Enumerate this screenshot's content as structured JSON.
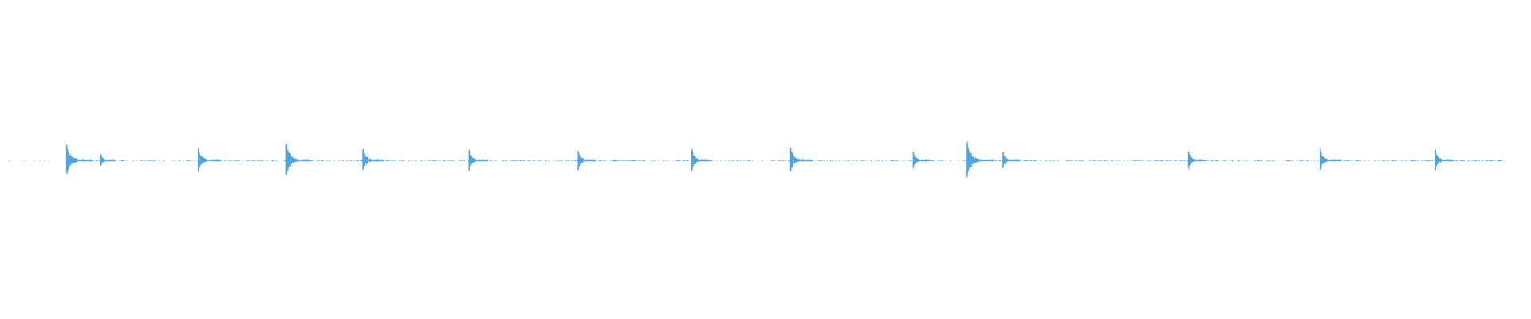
{
  "waveform": {
    "color": "#4aa3df",
    "background": "#ffffff",
    "onsets": [
      {
        "t": 0.038,
        "amp": 0.55
      },
      {
        "t": 0.061,
        "amp": 0.22
      },
      {
        "t": 0.126,
        "amp": 0.42
      },
      {
        "t": 0.185,
        "amp": 0.55
      },
      {
        "t": 0.236,
        "amp": 0.4
      },
      {
        "t": 0.307,
        "amp": 0.36
      },
      {
        "t": 0.38,
        "amp": 0.32
      },
      {
        "t": 0.456,
        "amp": 0.38
      },
      {
        "t": 0.522,
        "amp": 0.42
      },
      {
        "t": 0.604,
        "amp": 0.3
      },
      {
        "t": 0.64,
        "amp": 0.6
      },
      {
        "t": 0.664,
        "amp": 0.28
      },
      {
        "t": 0.788,
        "amp": 0.32
      },
      {
        "t": 0.876,
        "amp": 0.4
      },
      {
        "t": 0.953,
        "amp": 0.34
      }
    ]
  }
}
